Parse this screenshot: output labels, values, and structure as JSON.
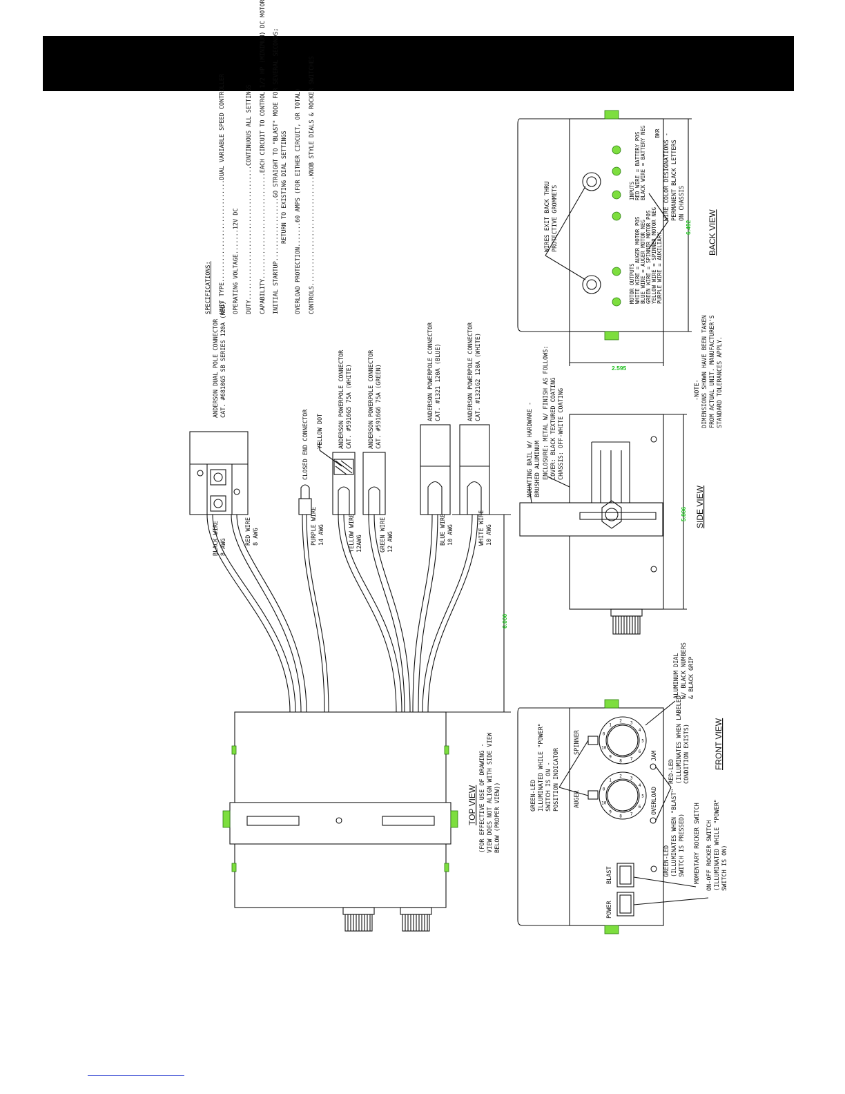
{
  "specifications": {
    "heading": "SPECIFICATIONS:",
    "lines": [
      "UNIT TYPE.............................DUAL VARIABLE SPEED CONTROLLER",
      "OPERATING VOLTAGE.......12V DC",
      "DUTY......................................CONTINUOUS ALL SETTINGS",
      "CAPABILITY..............................EACH CIRCUIT TO CONTROL 1/2 HP (MINIMUM) DC MOTOR",
      "INITIAL STARTUP..................GO STRAIGHT TO \"BLAST\" MODE FOR SEVERAL SECONDS;",
      "RETURN TO EXISTING DIAL SETTINGS",
      "OVERLOAD PROTECTION.......60 AMPS (FOR EITHER CIRCUIT, OR TOTAL)",
      "CONTROLS...............................KNOB STYLE DIALS & ROCKER SWITCHES"
    ]
  },
  "connectors": {
    "dual_pole": [
      "ANDERSON DUAL POLE CONNECTOR",
      "CAT. #6810G5 SB SERIES 120A (RED)"
    ],
    "closed_end": "CLOSED END CONNECTOR",
    "yellow_dot": "YELLOW DOT",
    "powerpole_white": [
      "ANDERSON POWERPOLE CONNECTOR",
      "CAT. #5916G5 75A (WHITE)"
    ],
    "powerpole_green": [
      "ANDERSON POWERPOLE CONNECTOR",
      "CAT. #5916G6 75A (GREEN)"
    ],
    "powerpole_blue": [
      "ANDERSON POWERPOLE CONNECTOR",
      "CAT. #1321 120A (BLUE)"
    ],
    "powerpole_white2": [
      "ANDERSON POWERPOLE CONNECTOR",
      "CAT. #1321G2 120A (WHITE)"
    ]
  },
  "wires": {
    "black": [
      "BLACK WIRE",
      "8 AWG"
    ],
    "red": [
      "RED WIRE",
      "8 AWG"
    ],
    "purple": [
      "PURPLE WIRE",
      "14 AWG"
    ],
    "yellow": [
      "YELLOW WIRE",
      "12AWG"
    ],
    "green": [
      "GREEN WIRE",
      "12 AWG"
    ],
    "blue": [
      "BLUE WIRE",
      "10 AWG"
    ],
    "white": [
      "WHITE WIRE",
      "10 AWG"
    ]
  },
  "dimensions": {
    "wire_length": "6.000",
    "side_width": "5.806",
    "back_width": "6.492",
    "back_height": "2.595"
  },
  "top_view": {
    "title": "TOP VIEW",
    "note": [
      "(FOR EFFECTIVE USE OF DRAWING -",
      "VIEW DOES NOT ALIGN WITH SIDE VIEW",
      "BELOW (PROPER VIEW))"
    ]
  },
  "side_view": {
    "title": "SIDE VIEW",
    "mount": [
      "MOUNTING BAIL W/ HARDWARE -",
      "BRUSHED ALUMINUM"
    ],
    "enclosure": [
      "ENCLOSURE: METAL W/ FINISH AS FOLLOWS:",
      "COVER: BLACK TEXTURED COATING",
      "CHASSIS: OFF-WHITE COATING"
    ],
    "note": [
      "-NOTE-",
      "DIMENSIONS SHOWN HAVE BEEN TAKEN",
      "FROM ACTUAL UNIT. MANUFACTURER'S",
      "STANDARD TOLERANCES APPLY."
    ]
  },
  "back_view": {
    "title": "BACK VIEW",
    "grommets": [
      "WIRES EXIT BACK THRU",
      "PROTECTIVE GROMMETS"
    ],
    "motor_outputs": [
      "MOTOR OUTPUTS",
      "WHITE WIRE = AUGER MOTOR POS",
      "BLUE WIRE = AUGER MOTOR NEG",
      "GREEN WIRE = SPINNER MOTOR POS",
      "YELLOW WIRE = SPINNER MOTOR NEG",
      "PURPLE WIRE = AUXILIARY"
    ],
    "inputs": [
      "INPUTS",
      "RED WIRE = BATTERY POS",
      "BLACK WIRE = BATTERY NEG"
    ],
    "color_desig": [
      "WIRE COLOR DESIGNATIONS -",
      "PERMANENT BLACK LETTERS",
      "ON CHASSIS"
    ],
    "badge": "BKR"
  },
  "front_view": {
    "title": "FRONT VIEW",
    "power": "POWER",
    "blast": "BLAST",
    "auger": "AUGER",
    "spinner": "SPINNER",
    "overload": "OVERLOAD",
    "jam": "JAM",
    "green_led_power": [
      "GREEN-LED",
      "ILLUMINATED WHILE \"POWER\"",
      "SWITCH IS ON -",
      "POSITION INDICATOR"
    ],
    "dial": [
      "ALUMINUM DIAL",
      "W/ BLACK NUMBERS",
      "& BLACK GRIP"
    ],
    "red_led": [
      "RED-LED",
      "(ILLUMINATES WHEN LABELED",
      "CONDITION EXISTS)"
    ],
    "green_led_blast": [
      "GREEN-LED",
      "(ILLUMINATES WHEN \"BLAST\"",
      "SWITCH IS PRESSED)"
    ],
    "momentary": "MOMENTARY ROCKER SWITCH",
    "onoff": [
      "ON-OFF ROCKER SWITCH",
      "(ILLUMINATED WHILE \"POWER\"",
      "SWITCH IS ON)"
    ],
    "dial_numbers": [
      "0",
      "1",
      "2",
      "3",
      "4",
      "5",
      "6",
      "7",
      "8",
      "9",
      "10"
    ]
  }
}
